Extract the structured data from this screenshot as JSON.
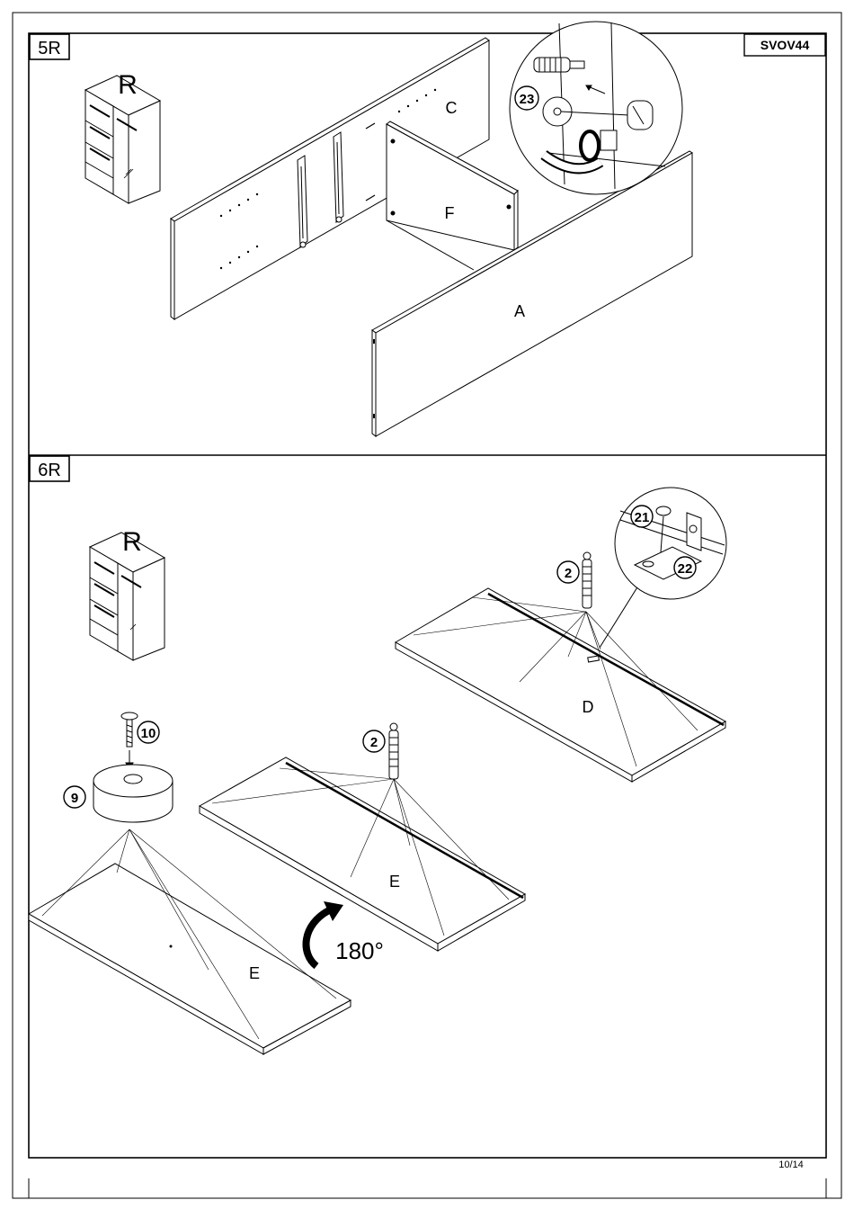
{
  "doc": {
    "code": "SVOV44",
    "page": "10/14"
  },
  "step5": {
    "step_label": "5R",
    "side_marker": "R",
    "panels": {
      "c": "C",
      "f": "F",
      "a": "A"
    },
    "part_numbers": {
      "cam_dowel": "23"
    }
  },
  "step6": {
    "step_label": "6R",
    "side_marker": "R",
    "panels": {
      "d": "D",
      "e_upper": "E",
      "e_lower": "E"
    },
    "part_numbers": {
      "dowel_d": "2",
      "dowel_e": "2",
      "screw_bracket": "21",
      "bracket": "22",
      "screw_foot": "10",
      "foot": "9"
    },
    "rotation": "180°"
  }
}
